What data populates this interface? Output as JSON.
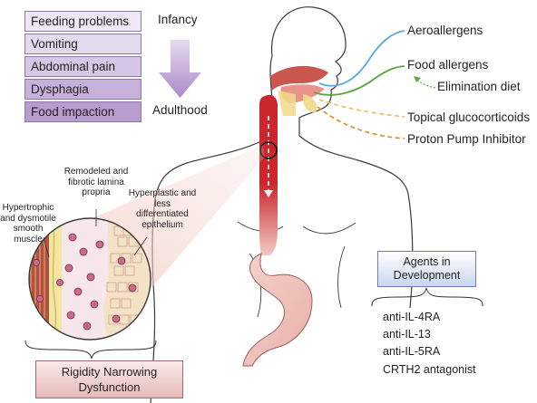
{
  "symptoms": [
    "Feeding problems",
    "Vomiting",
    "Abdominal pain",
    "Dysphagia",
    "Food impaction"
  ],
  "age_axis": {
    "start": "Infancy",
    "end": "Adulthood"
  },
  "right_labels": {
    "aeroallergens": "Aeroallergens",
    "food_allergens": "Food allergens",
    "elimination_diet": "Elimination diet",
    "topical_glucocorticoids": "Topical glucocorticoids",
    "ppi": "Proton Pump Inhibitor"
  },
  "inset_labels": {
    "lamina": "Remodeled and fibrotic lamina propria",
    "smooth_muscle": "Hypertrophic and dysmotile smooth muscle",
    "epithelium": "Hyperplastic and less differentiated epithelium"
  },
  "agents": {
    "title": "Agents in Development",
    "items": [
      "anti-IL-4RA",
      "anti-IL-13",
      "anti-IL-5RA",
      "CRTH2 antagonist"
    ]
  },
  "outcome": "Rigidity Narrowing Dysfunction",
  "colors": {
    "symptom_fills": [
      "#efe8f4",
      "#e4d9ee",
      "#d7c7e6",
      "#c7b1dc",
      "#b79ccf"
    ],
    "arrow": "#b69bd0",
    "aero_line": "#5aaad8",
    "food_line": "#58a83a",
    "steroid_line": "#f2b86a",
    "ppi_line": "#d98a2a",
    "esophagus": "#b52025"
  }
}
